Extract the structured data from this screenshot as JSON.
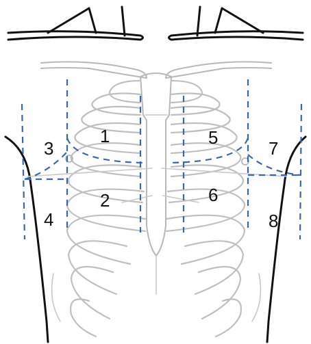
{
  "diagram": {
    "zones": [
      {
        "id": "1",
        "label": "1"
      },
      {
        "id": "2",
        "label": "2"
      },
      {
        "id": "3",
        "label": "3"
      },
      {
        "id": "4",
        "label": "4"
      },
      {
        "id": "5",
        "label": "5"
      },
      {
        "id": "6",
        "label": "6"
      },
      {
        "id": "7",
        "label": "7"
      },
      {
        "id": "8",
        "label": "8"
      }
    ],
    "colors": {
      "guide_line": "#3a66b0",
      "bone": "#bfbfbf",
      "outline": "#111111"
    }
  }
}
